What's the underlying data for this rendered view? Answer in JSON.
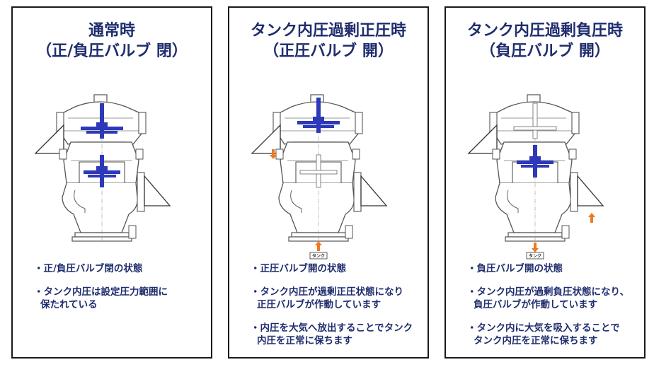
{
  "colors": {
    "title": "#1f2d6e",
    "valve": "#2d39b8",
    "arrow": "#ec7a22",
    "outline": "#555555"
  },
  "panels": [
    {
      "title_lines": [
        "通常時",
        "（正/負圧バルブ 閉）"
      ],
      "bullets": [
        {
          "lines": [
            "・正/負圧バルブ閉の状態"
          ]
        },
        {
          "lines": [
            "・タンク内圧は設定圧力範囲に",
            "保たれている"
          ]
        }
      ]
    },
    {
      "title_lines": [
        "タンク内圧過剰正圧時",
        "（正圧バルブ 開）"
      ],
      "tank_label": "タンク",
      "bullets": [
        {
          "lines": [
            "・正圧バルブ開の状態"
          ]
        },
        {
          "lines": [
            "・タンク内圧が過剰正圧状態になり",
            "正圧バルブが作動しています"
          ]
        },
        {
          "lines": [
            "・内圧を大気へ放出することでタンク",
            "内圧を正常に保ちます"
          ]
        }
      ]
    },
    {
      "title_lines": [
        "タンク内圧過剰負圧時",
        "（負圧バルブ 開）"
      ],
      "tank_label": "タンク",
      "bullets": [
        {
          "lines": [
            "・負圧バルブ開の状態"
          ]
        },
        {
          "lines": [
            "・タンク内圧が過剰負圧状態になり、",
            "負圧バルブが作動しています"
          ]
        },
        {
          "lines": [
            "・タンク内に大気を吸入することで",
            "タンク内圧を正常に保ちます"
          ]
        }
      ]
    }
  ]
}
